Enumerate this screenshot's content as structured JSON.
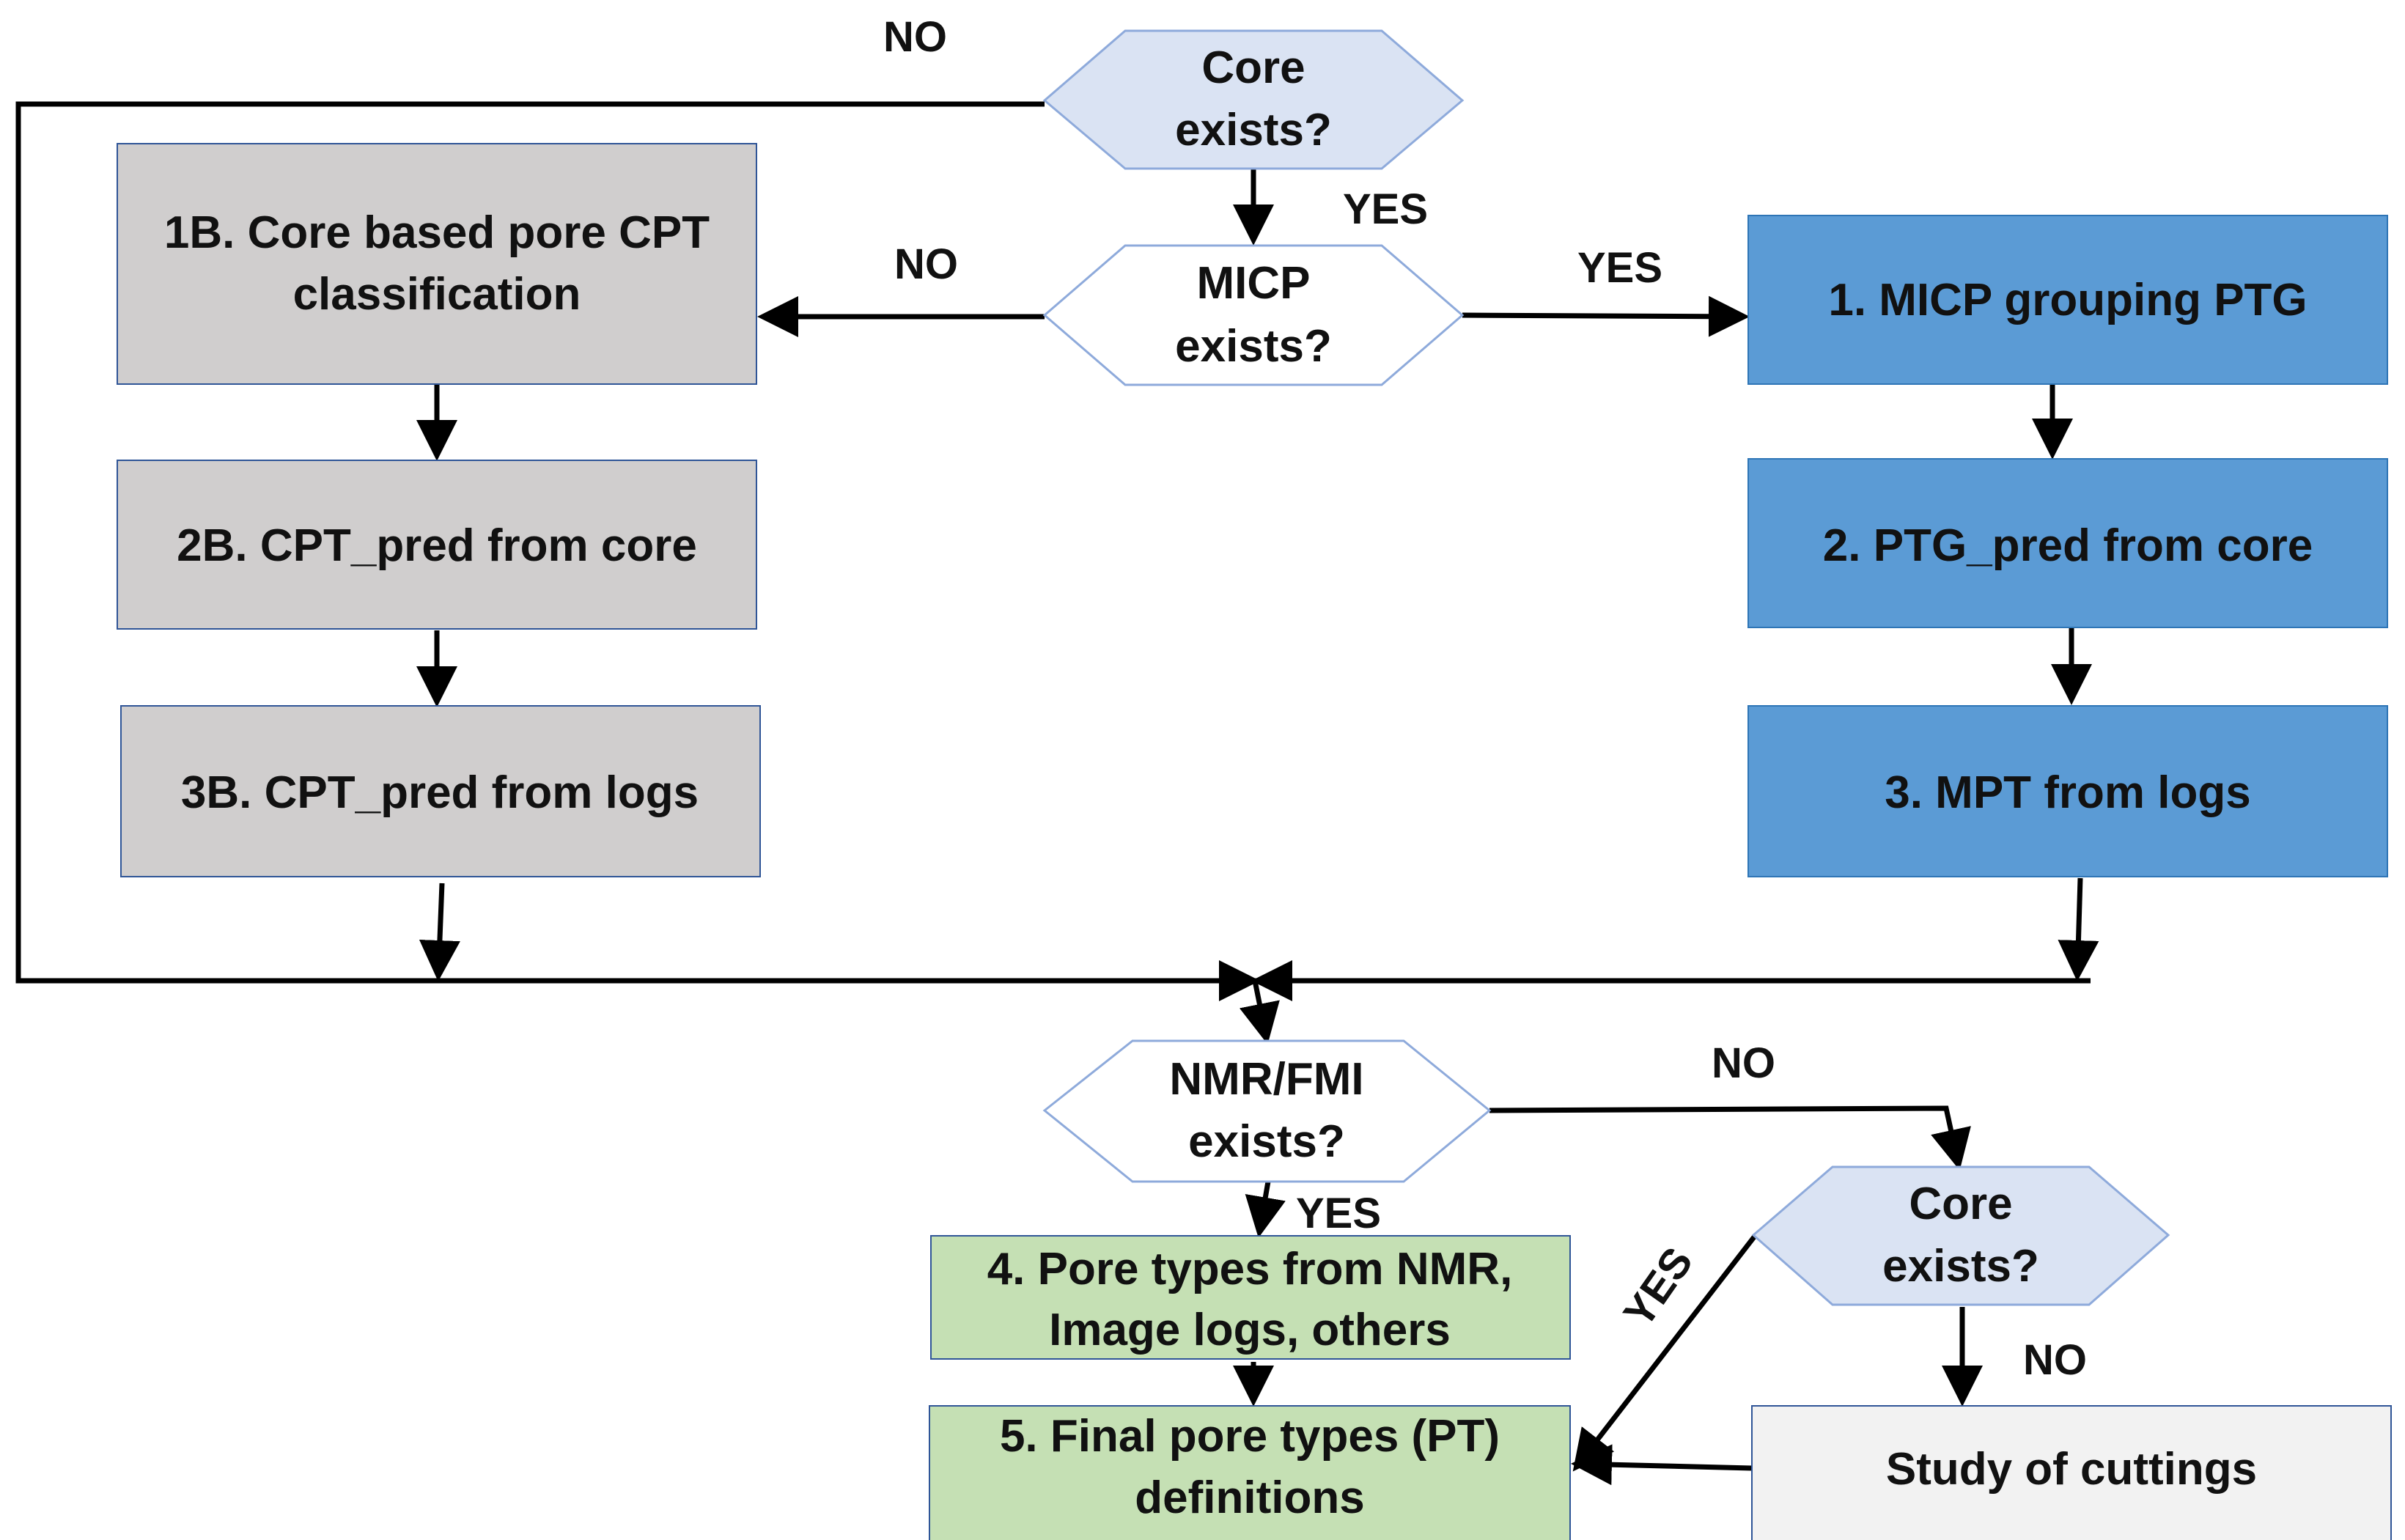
{
  "colors": {
    "decision_fill": "#dae3f3",
    "decision_stroke": "#8eaadb",
    "decision_white_fill": "#ffffff",
    "gray_box_fill": "#d0cece",
    "gray_box_stroke": "#2f5597",
    "blue_box_fill": "#5b9bd5",
    "blue_box_stroke": "#2e75b6",
    "green_box_fill": "#c5e0b4",
    "green_box_stroke": "#2f5597",
    "light_box_fill": "#f2f2f2",
    "light_box_stroke": "#2f5597",
    "line_color": "#000000"
  },
  "decisions": {
    "core_exists_top": {
      "line1": "Core",
      "line2": "exists?"
    },
    "micp_exists": {
      "line1": "MICP",
      "line2": "exists?"
    },
    "nmr_fmi_exists": {
      "line1": "NMR/FMI",
      "line2": "exists?"
    },
    "core_exists_bottom": {
      "line1": "Core",
      "line2": "exists?"
    }
  },
  "boxes": {
    "core_based_cpt": {
      "line1": "1B. Core based pore CPT",
      "line2": "classification"
    },
    "cpt_pred_core": {
      "line1": "2B. CPT_pred from core"
    },
    "cpt_pred_logs": {
      "line1": "3B. CPT_pred from logs"
    },
    "micp_grouping": {
      "line1": "1. MICP grouping PTG"
    },
    "ptg_pred_core": {
      "line1": "2. PTG_pred from core"
    },
    "mpt_from_logs": {
      "line1": "3. MPT from logs"
    },
    "pore_types_nmr": {
      "line1": "4. Pore types from NMR,",
      "line2": "Image logs, others"
    },
    "final_pore_types": {
      "line1": "5. Final pore types (PT)",
      "line2": "definitions"
    },
    "study_cuttings": {
      "line1": "Study of cuttings"
    }
  },
  "edge_labels": {
    "no_top": "NO",
    "yes_core_to_micp": "YES",
    "no_micp_left": "NO",
    "yes_micp_right": "YES",
    "no_nmr": "NO",
    "yes_nmr": "YES",
    "yes_core_bottom": "YES",
    "no_core_bottom": "NO"
  }
}
